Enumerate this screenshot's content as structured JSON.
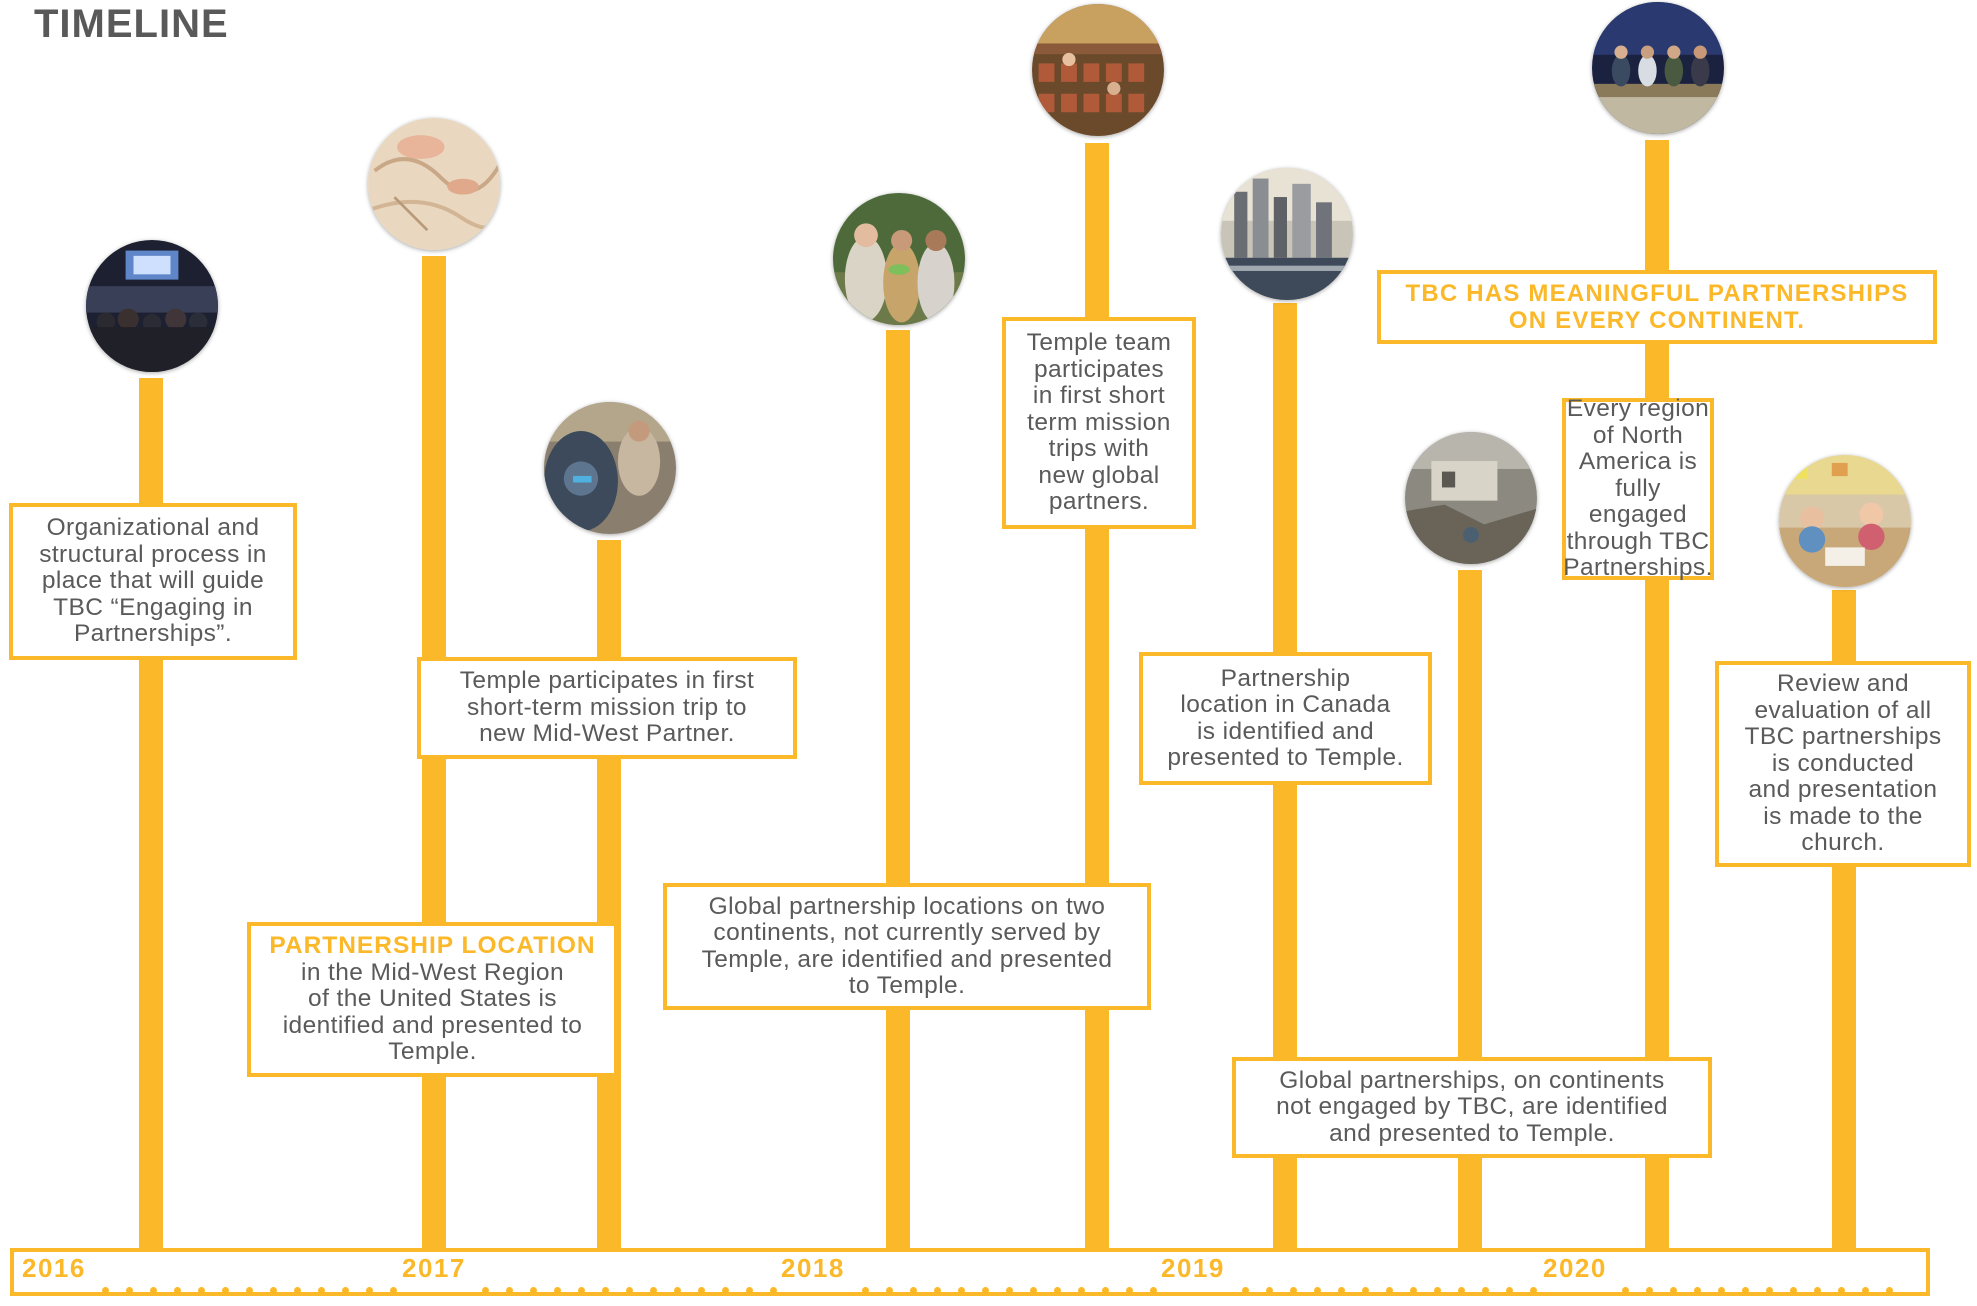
{
  "title": "TIMELINE",
  "colors": {
    "accent": "#FBB829",
    "text": "#5a5a5a",
    "title": "#595959"
  },
  "axis": {
    "years": [
      "2016",
      "2017",
      "2018",
      "2019",
      "2020"
    ]
  },
  "milestones": [
    {
      "photo": "worship-congregation-photo",
      "text": "Organizational and\nstructural process in\nplace that will guide\nTBC “Engaging in\nPartnerships”."
    },
    {
      "photo": "map-planning-photo",
      "highlight": "PARTNERSHIP LOCATION",
      "text": "in the Mid-West Region\nof the United States is\nidentified and presented to\nTemple."
    },
    {
      "photo": "volunteer-service-photo",
      "text": "Temple participates in first\nshort-term mission trip to\nnew Mid-West Partner."
    },
    {
      "photo": "handshake-partners-photo",
      "text": "Global partnership locations on two\ncontinents, not currently served by\nTemple, are identified and presented\nto Temple."
    },
    {
      "photo": "audience-seats-photo",
      "text": "Temple team\nparticipates\nin first short\nterm mission\ntrips with\nnew global\npartners."
    },
    {
      "photo": "city-skyline-photo",
      "text": "Partnership\nlocation in Canada\nis identified and\npresented to Temple."
    },
    {
      "photo": "disaster-relief-photo",
      "text": "Global partnerships, on continents\nnot engaged by TBC, are identified\nand presented to Temple."
    },
    {
      "photo": "panel-stage-photo",
      "headline": "TBC HAS MEANINGFUL PARTNERSHIPS\nON EVERY CONTINENT.",
      "text": "Every region\nof North\nAmerica is\nfully engaged\nthrough TBC\nPartnerships."
    },
    {
      "photo": "kids-classroom-photo",
      "text": "Review and\nevaluation of all\nTBC partnerships\nis conducted\nand presentation\nis made to the\nchurch."
    }
  ]
}
